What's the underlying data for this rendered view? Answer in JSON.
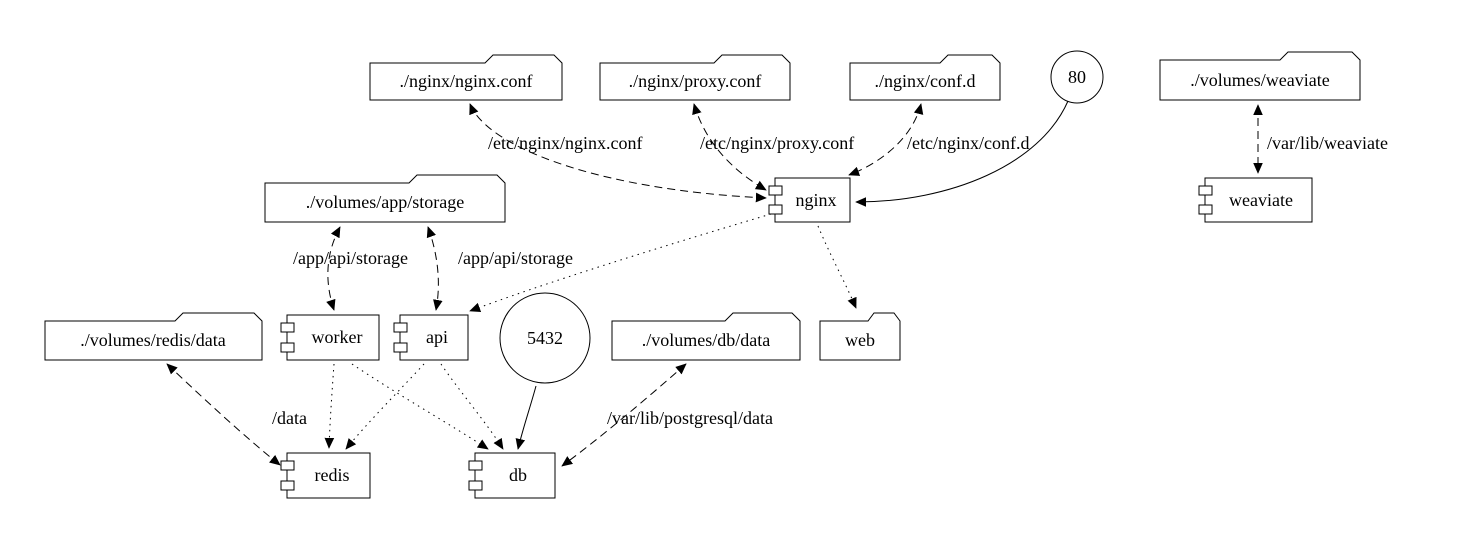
{
  "diagram": {
    "type": "docker-compose-graph",
    "background": "#ffffff",
    "stroke_color": "#000000",
    "nodes": {
      "nginx_conf": {
        "label": "./nginx/nginx.conf",
        "shape": "folder"
      },
      "proxy_conf": {
        "label": "./nginx/proxy.conf",
        "shape": "folder"
      },
      "conf_d": {
        "label": "./nginx/conf.d",
        "shape": "folder"
      },
      "port_80": {
        "label": "80",
        "shape": "circle"
      },
      "volumes_weaviate": {
        "label": "./volumes/weaviate",
        "shape": "folder"
      },
      "volumes_app_storage": {
        "label": "./volumes/app/storage",
        "shape": "folder"
      },
      "nginx": {
        "label": "nginx",
        "shape": "component"
      },
      "weaviate": {
        "label": "weaviate",
        "shape": "component"
      },
      "volumes_redis_data": {
        "label": "./volumes/redis/data",
        "shape": "folder"
      },
      "worker": {
        "label": "worker",
        "shape": "component"
      },
      "api": {
        "label": "api",
        "shape": "component"
      },
      "port_5432": {
        "label": "5432",
        "shape": "circle"
      },
      "volumes_db_data": {
        "label": "./volumes/db/data",
        "shape": "folder"
      },
      "web": {
        "label": "web",
        "shape": "folder"
      },
      "redis": {
        "label": "redis",
        "shape": "component"
      },
      "db": {
        "label": "db",
        "shape": "component"
      }
    },
    "edges": [
      {
        "from": "./nginx/nginx.conf",
        "to": "nginx",
        "style": "dashed",
        "bidirectional": true,
        "label": "/etc/nginx/nginx.conf"
      },
      {
        "from": "./nginx/proxy.conf",
        "to": "nginx",
        "style": "dashed",
        "bidirectional": true,
        "label": "/etc/nginx/proxy.conf"
      },
      {
        "from": "./nginx/conf.d",
        "to": "nginx",
        "style": "dashed",
        "bidirectional": true,
        "label": "/etc/nginx/conf.d"
      },
      {
        "from": "80",
        "to": "nginx",
        "style": "solid",
        "bidirectional": false,
        "label": ""
      },
      {
        "from": "./volumes/weaviate",
        "to": "weaviate",
        "style": "dashed",
        "bidirectional": true,
        "label": "/var/lib/weaviate"
      },
      {
        "from": "./volumes/app/storage",
        "to": "worker",
        "style": "dashed",
        "bidirectional": true,
        "label": "/app/api/storage"
      },
      {
        "from": "./volumes/app/storage",
        "to": "api",
        "style": "dashed",
        "bidirectional": true,
        "label": "/app/api/storage"
      },
      {
        "from": "nginx",
        "to": "api",
        "style": "dotted",
        "bidirectional": false,
        "label": ""
      },
      {
        "from": "nginx",
        "to": "web",
        "style": "dotted",
        "bidirectional": false,
        "label": ""
      },
      {
        "from": "worker",
        "to": "redis",
        "style": "dotted",
        "bidirectional": false,
        "label": ""
      },
      {
        "from": "worker",
        "to": "db",
        "style": "dotted",
        "bidirectional": false,
        "label": ""
      },
      {
        "from": "api",
        "to": "redis",
        "style": "dotted",
        "bidirectional": false,
        "label": ""
      },
      {
        "from": "api",
        "to": "db",
        "style": "dotted",
        "bidirectional": false,
        "label": ""
      },
      {
        "from": "./volumes/redis/data",
        "to": "redis",
        "style": "dashed",
        "bidirectional": true,
        "label": "/data"
      },
      {
        "from": "5432",
        "to": "db",
        "style": "solid",
        "bidirectional": false,
        "label": ""
      },
      {
        "from": "./volumes/db/data",
        "to": "db",
        "style": "dashed",
        "bidirectional": true,
        "label": "/var/lib/postgresql/data"
      }
    ]
  }
}
